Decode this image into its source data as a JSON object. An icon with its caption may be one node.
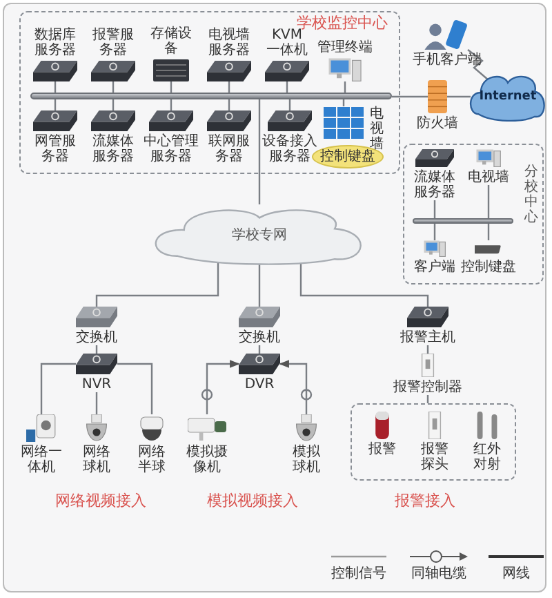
{
  "diagram": {
    "nodes": [
      {
        "text": [
          "学校监控中心"
        ]
      },
      {
        "text": [
          "数据库服务器"
        ],
        "in": 0
      },
      {
        "text": [
          "报警服务器"
        ],
        "in": 0
      },
      {
        "text": [
          "存储设备"
        ],
        "in": 0
      },
      {
        "text": [
          "电视墙服务器"
        ],
        "in": 0
      },
      {
        "text": [
          "KVM一体机"
        ],
        "in": 0
      },
      {
        "text": [
          "管理终端"
        ],
        "in": 0
      },
      {
        "text": [],
        "shape": "bar",
        "in": 0
      },
      {
        "text": [
          "网管服务器"
        ],
        "in": 0
      },
      {
        "text": [
          "流媒体服务器"
        ],
        "in": 0
      },
      {
        "text": [
          "中心管理服务器"
        ],
        "in": 0
      },
      {
        "text": [
          "联网服务器"
        ],
        "in": 0
      },
      {
        "text": [
          "设备接入服务器"
        ],
        "in": 0
      },
      {
        "text": [
          "控制键盘"
        ],
        "in": 0
      },
      {
        "text": [
          "电视墙"
        ],
        "in": 0
      },
      {
        "text": [
          "手机客户端"
        ]
      },
      {
        "text": [
          "防火墙"
        ]
      },
      {
        "text": [
          "Internet"
        ]
      },
      {
        "text": [
          "学校专网"
        ]
      },
      {
        "text": [
          "分校中心"
        ]
      },
      {
        "text": [
          "流媒体服务器"
        ],
        "in": 19
      },
      {
        "text": [
          "电视墙"
        ],
        "in": 19
      },
      {
        "text": [],
        "shape": "bar",
        "in": 19
      },
      {
        "text": [
          "客户端"
        ],
        "in": 19
      },
      {
        "text": [
          "控制键盘"
        ],
        "in": 19
      },
      {
        "text": [
          "交换机"
        ]
      },
      {
        "text": [
          "NVR"
        ]
      },
      {
        "text": [
          "网络一体机"
        ]
      },
      {
        "text": [
          "网络球机"
        ]
      },
      {
        "text": [
          "网络半球"
        ]
      },
      {
        "text": [
          "交换机"
        ]
      },
      {
        "text": [
          "DVR"
        ]
      },
      {
        "text": [
          "模拟摄像机"
        ]
      },
      {
        "text": [
          "模拟球机"
        ]
      },
      {
        "text": [
          "报警主机"
        ]
      },
      {
        "text": [
          "报警控制器"
        ]
      },
      {
        "text": [],
        "shape": "box"
      },
      {
        "text": [
          "报警"
        ],
        "in": 36
      },
      {
        "text": [
          "报警探头"
        ],
        "in": 36
      },
      {
        "text": [
          "红外对射"
        ],
        "in": 36
      }
    ],
    "edges": [
      {
        "from": 1,
        "to": 7,
        "arrow": "none"
      },
      {
        "from": 2,
        "to": 7,
        "arrow": "none"
      },
      {
        "from": 3,
        "to": 7,
        "arrow": "none"
      },
      {
        "from": 4,
        "to": 7,
        "arrow": "none"
      },
      {
        "from": 5,
        "to": 7,
        "arrow": "none"
      },
      {
        "from": 6,
        "to": 7,
        "arrow": "none"
      },
      {
        "from": 8,
        "to": 7,
        "arrow": "none"
      },
      {
        "from": 9,
        "to": 7,
        "arrow": "none"
      },
      {
        "from": 10,
        "to": 7,
        "arrow": "none"
      },
      {
        "from": 11,
        "to": 7,
        "arrow": "none"
      },
      {
        "from": 12,
        "to": 7,
        "arrow": "none"
      },
      {
        "from": 14,
        "to": 7,
        "arrow": "none"
      },
      {
        "from": 7,
        "to": 16,
        "arrow": "none"
      },
      {
        "from": 16,
        "to": 17,
        "arrow": "none"
      },
      {
        "from": 15,
        "to": 17,
        "arrow": "none"
      },
      {
        "from": 7,
        "to": 18,
        "arrow": "none"
      },
      {
        "from": 20,
        "to": 22,
        "arrow": "none"
      },
      {
        "from": 21,
        "to": 22,
        "arrow": "none"
      },
      {
        "from": 23,
        "to": 22,
        "arrow": "none"
      },
      {
        "from": 24,
        "to": 22,
        "arrow": "none"
      },
      {
        "from": 18,
        "to": 25,
        "arrow": "none"
      },
      {
        "from": 18,
        "to": 30,
        "arrow": "none"
      },
      {
        "from": 18,
        "to": 34,
        "arrow": "none"
      },
      {
        "from": 25,
        "to": 26,
        "arrow": "none"
      },
      {
        "from": 26,
        "to": 27,
        "arrow": "none"
      },
      {
        "from": 26,
        "to": 28,
        "arrow": "none"
      },
      {
        "from": 26,
        "to": 29,
        "arrow": "none"
      },
      {
        "from": 30,
        "to": 31,
        "arrow": "none"
      },
      {
        "from": 32,
        "to": 31,
        "arrow": "to"
      },
      {
        "from": 33,
        "to": 31,
        "arrow": "to"
      },
      {
        "from": 34,
        "to": 35,
        "arrow": "none"
      },
      {
        "from": 35,
        "to": 36,
        "arrow": "none"
      }
    ],
    "labels": [
      "网络视频接入",
      "模拟视频接入",
      "报警接入"
    ],
    "legend": [
      {
        "text": "控制信号"
      },
      {
        "text": "同轴电缆"
      },
      {
        "text": "网线"
      }
    ]
  }
}
